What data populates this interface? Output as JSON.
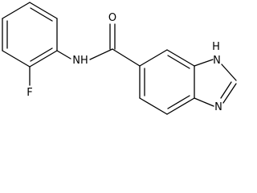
{
  "molecule": {
    "atoms": {
      "oxygen": "O",
      "amide_nh": "NH",
      "fluorine": "F",
      "imidazole_nh": "H",
      "imidazole_nh_n": "N",
      "imidazole_n": "N"
    },
    "colors": {
      "bond": "#000000",
      "label": "#000000",
      "background": "#ffffff"
    }
  }
}
